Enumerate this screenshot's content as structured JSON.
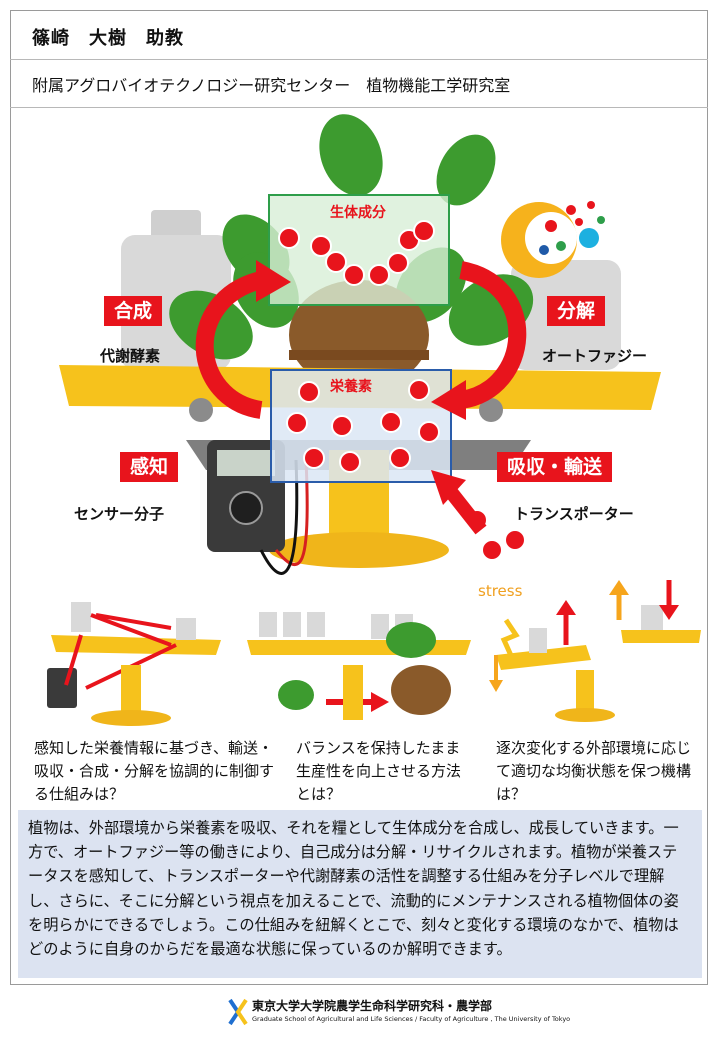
{
  "header": {
    "name": "篠崎　大樹　助教",
    "affiliation": "附属アグロバイオテクノロジー研究センター　植物機能工学研究室"
  },
  "diagram": {
    "top_box_title": "生体成分",
    "bottom_box_title": "栄養素",
    "left_top_label": "合成",
    "left_top_sub": "代謝酵素",
    "right_top_label": "分解",
    "right_top_sub": "オートファジー",
    "left_bottom_label": "感知",
    "left_bottom_sub": "センサー分子",
    "right_bottom_label": "吸収・輸送",
    "right_bottom_sub": "トランスポーター",
    "stress_label": "stress"
  },
  "questions": [
    "感知した栄養情報に基づき、輸送・吸収・合成・分解を協調的に制御する仕組みは？",
    "バランスを保持したまま生産性を向上させる方法とは？",
    "逐次変化する外部環境に応じて適切な均衡状態を保つ機構は？"
  ],
  "summary": "植物は、外部環境から栄養素を吸収、それを糧として生体成分を合成し、成長していきます。一方で、オートファジー等の働きにより、自己成分は分解・リサイクルされます。植物が栄養ステータスを感知して、トランスポーターや代謝酵素の活性を調整する仕組みを分子レベルで理解し、さらに、そこに分解という視点を加えることで、流動的にメンテナンスされる植物個体の姿を明らかにできるでしょう。この仕組みを紐解くとこで、刻々と変化する環境のなかで、植物はどのように自身のからだを最適な状態に保っているのか解明できます。",
  "footer": {
    "jp": "東京大学大学院農学生命科学研究科・農学部",
    "en": "Graduate School of Agricultural and Life Sciences / Faculty of Agriculture , The University of Tokyo"
  },
  "colors": {
    "accent_red": "#e8141c",
    "balance_yellow": "#f6c21c",
    "box_green": "#2e9e4a",
    "box_blue": "#2a5caa",
    "summary_bg": "#dce3f1"
  }
}
